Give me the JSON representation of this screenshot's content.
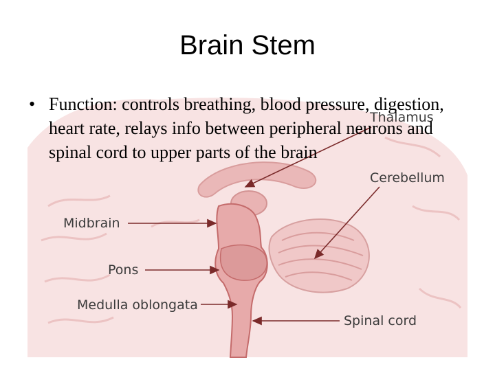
{
  "slide": {
    "title": "Brain Stem",
    "bullet": {
      "marker": "•",
      "text": "Function: controls breathing, blood pressure, digestion, heart rate, relays info between peripheral neurons and spinal cord to upper parts of the brain"
    }
  },
  "figure": {
    "labels": {
      "thalamus": "Thalamus",
      "cerebellum": "Cerebellum",
      "midbrain": "Midbrain",
      "pons": "Pons",
      "medulla": "Medulla oblongata",
      "spinal_cord": "Spinal cord"
    }
  },
  "colors": {
    "brain_light": "#f6dcdc",
    "brain_mid": "#eab8b8",
    "brain_dark": "#d98f8f",
    "outline": "#c46b6b",
    "arrow": "#7a2a2a",
    "label": "#3b3b3b"
  }
}
